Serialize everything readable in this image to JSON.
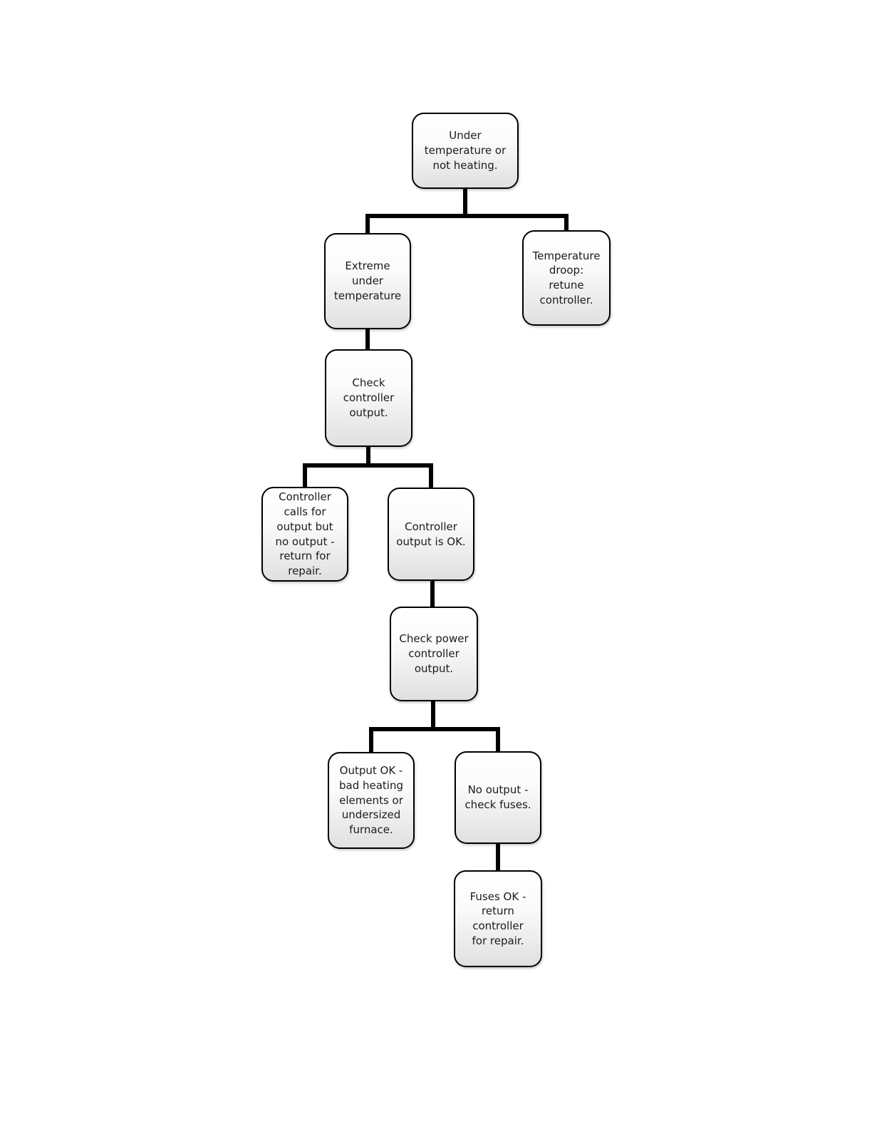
{
  "flowchart": {
    "description": "Furnace under-temperature troubleshooting decision tree",
    "nodes": {
      "root": {
        "label": "Under\ntemperature or\nnot heating."
      },
      "extreme": {
        "label": "Extreme under\ntemperature"
      },
      "droop": {
        "label": "Temperature\ndroop:\nretune\ncontroller."
      },
      "check_controller": {
        "label": "Check\ncontroller\noutput."
      },
      "calls_no_output": {
        "label": "Controller\ncalls for\noutput but\nno output -\nreturn for\nrepair."
      },
      "output_ok": {
        "label": "Controller\noutput is OK."
      },
      "check_power": {
        "label": "Check power\ncontroller\noutput."
      },
      "bad_elements": {
        "label": "Output OK -\nbad heating\nelements or\nundersized\nfurnace."
      },
      "no_output_fuses": {
        "label": "No output -\ncheck fuses."
      },
      "fuses_ok": {
        "label": "Fuses OK -\nreturn\ncontroller\nfor repair."
      }
    },
    "edges": [
      {
        "from": "root",
        "to": "extreme"
      },
      {
        "from": "root",
        "to": "droop"
      },
      {
        "from": "extreme",
        "to": "check_controller"
      },
      {
        "from": "check_controller",
        "to": "calls_no_output"
      },
      {
        "from": "check_controller",
        "to": "output_ok"
      },
      {
        "from": "output_ok",
        "to": "check_power"
      },
      {
        "from": "check_power",
        "to": "bad_elements"
      },
      {
        "from": "check_power",
        "to": "no_output_fuses"
      },
      {
        "from": "no_output_fuses",
        "to": "fuses_ok"
      }
    ],
    "colors": {
      "box_border": "#000000",
      "box_fill_top": "#ffffff",
      "box_fill_bottom": "#e0e0e0",
      "connector": "#000000",
      "text": "#1b1b1b",
      "background": "#ffffff"
    }
  }
}
